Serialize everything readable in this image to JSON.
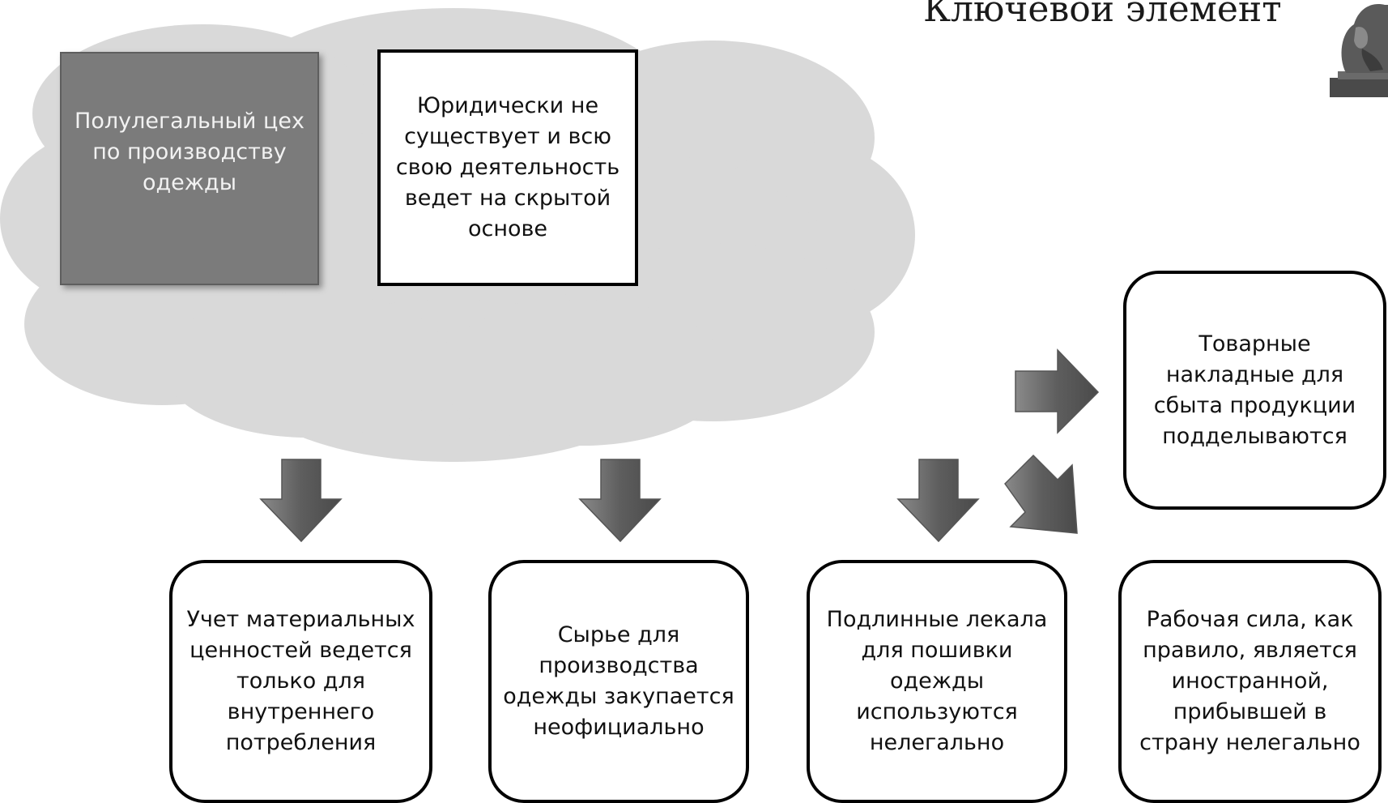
{
  "title": "Ключевой элемент",
  "dark_box": "Полулегальный цех по производству одежды",
  "white_box": "Юридически не существует и всю свою деятельность ведет на скрытой основе",
  "boxes": {
    "accounting": "Учет материальных ценностей ведется только для внутреннего потребления",
    "raw_materials": "Сырье для производства одежды закупается неофициально",
    "patterns": "Подлинные лекала для пошивки одежды используются нелегально",
    "workforce": "Рабочая сила, как правило, является иностранной, прибывшей в страну нелегально",
    "invoices": "Товарные накладные для сбыта продукции подделываются"
  },
  "colors": {
    "cloud": "#d9d9d9",
    "dark_box": "#7b7b7b",
    "arrow_fill": "#6a6a6a",
    "border": "#000000"
  }
}
